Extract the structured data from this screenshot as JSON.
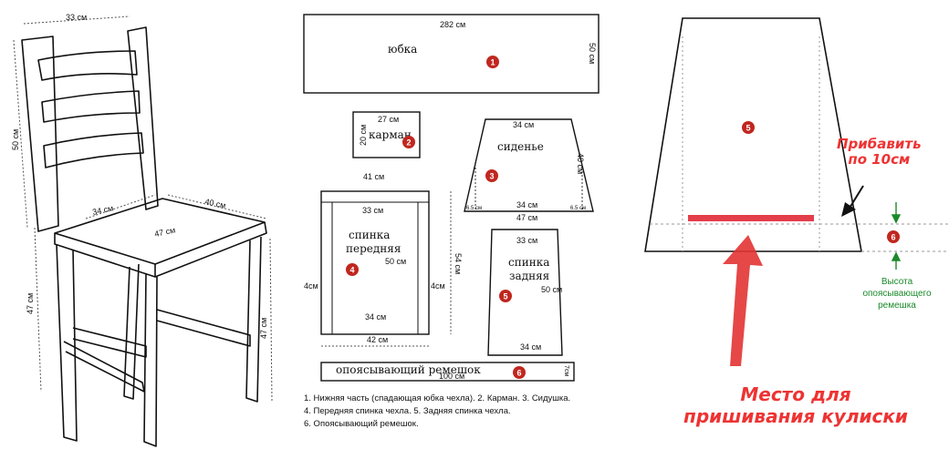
{
  "chair": {
    "top_width": "33 см",
    "back_height": "50 см",
    "seat_front": "34 см",
    "seat_side": "40 см",
    "seat_width": "47 см",
    "leg_left": "47 см",
    "leg_right": "47 см"
  },
  "pieces": {
    "skirt": {
      "label": "юбка",
      "width": "282 см",
      "height": "50 см",
      "number": "1"
    },
    "pocket": {
      "label": "карман",
      "width": "27 см",
      "height": "20 см",
      "number": "2"
    },
    "seat": {
      "label": "сиденье",
      "top": "34 см",
      "side": "40 см",
      "bottom_inner": "34 см",
      "bottom": "47 см",
      "margin": "6.5 см",
      "number": "3"
    },
    "front_back": {
      "label_line1": "спинка",
      "label_line2": "передняя",
      "top": "41 см",
      "inner_top": "33 см",
      "height": "50 см",
      "side": "4см",
      "inner_bottom": "34 см",
      "bottom": "42 см",
      "overall_height": "54 см",
      "number": "4"
    },
    "rear_back": {
      "label_line1": "спинка",
      "label_line2": "задняя",
      "top": "33 см",
      "height": "50 см",
      "bottom": "34 см",
      "number": "5"
    },
    "belt": {
      "label": "опоясывающий ремешок",
      "length": "100 см",
      "height": "7см",
      "number": "6"
    }
  },
  "legend": {
    "line1": "1. Нижняя часть (спадающая юбка чехла). 2. Карман. 3. Сидушка.",
    "line2": "4. Передняя спинка чехла. 5. Задняя спинка чехла.",
    "line3": "6. Опоясывающий ремешок."
  },
  "detail": {
    "piece_number": "5",
    "belt_number": "6",
    "add_note_line1": "Прибавить",
    "add_note_line2": "по 10см",
    "height_note_line1": "Высота",
    "height_note_line2": "опоясывающего",
    "height_note_line3": "ремешка",
    "casing_note_line1": "Место для",
    "casing_note_line2": "пришивания кулиски"
  },
  "colors": {
    "marker": "#c0271f",
    "red_text": "#e33333",
    "green_text": "#1a8a2a",
    "red_bar": "#e33e4a"
  }
}
